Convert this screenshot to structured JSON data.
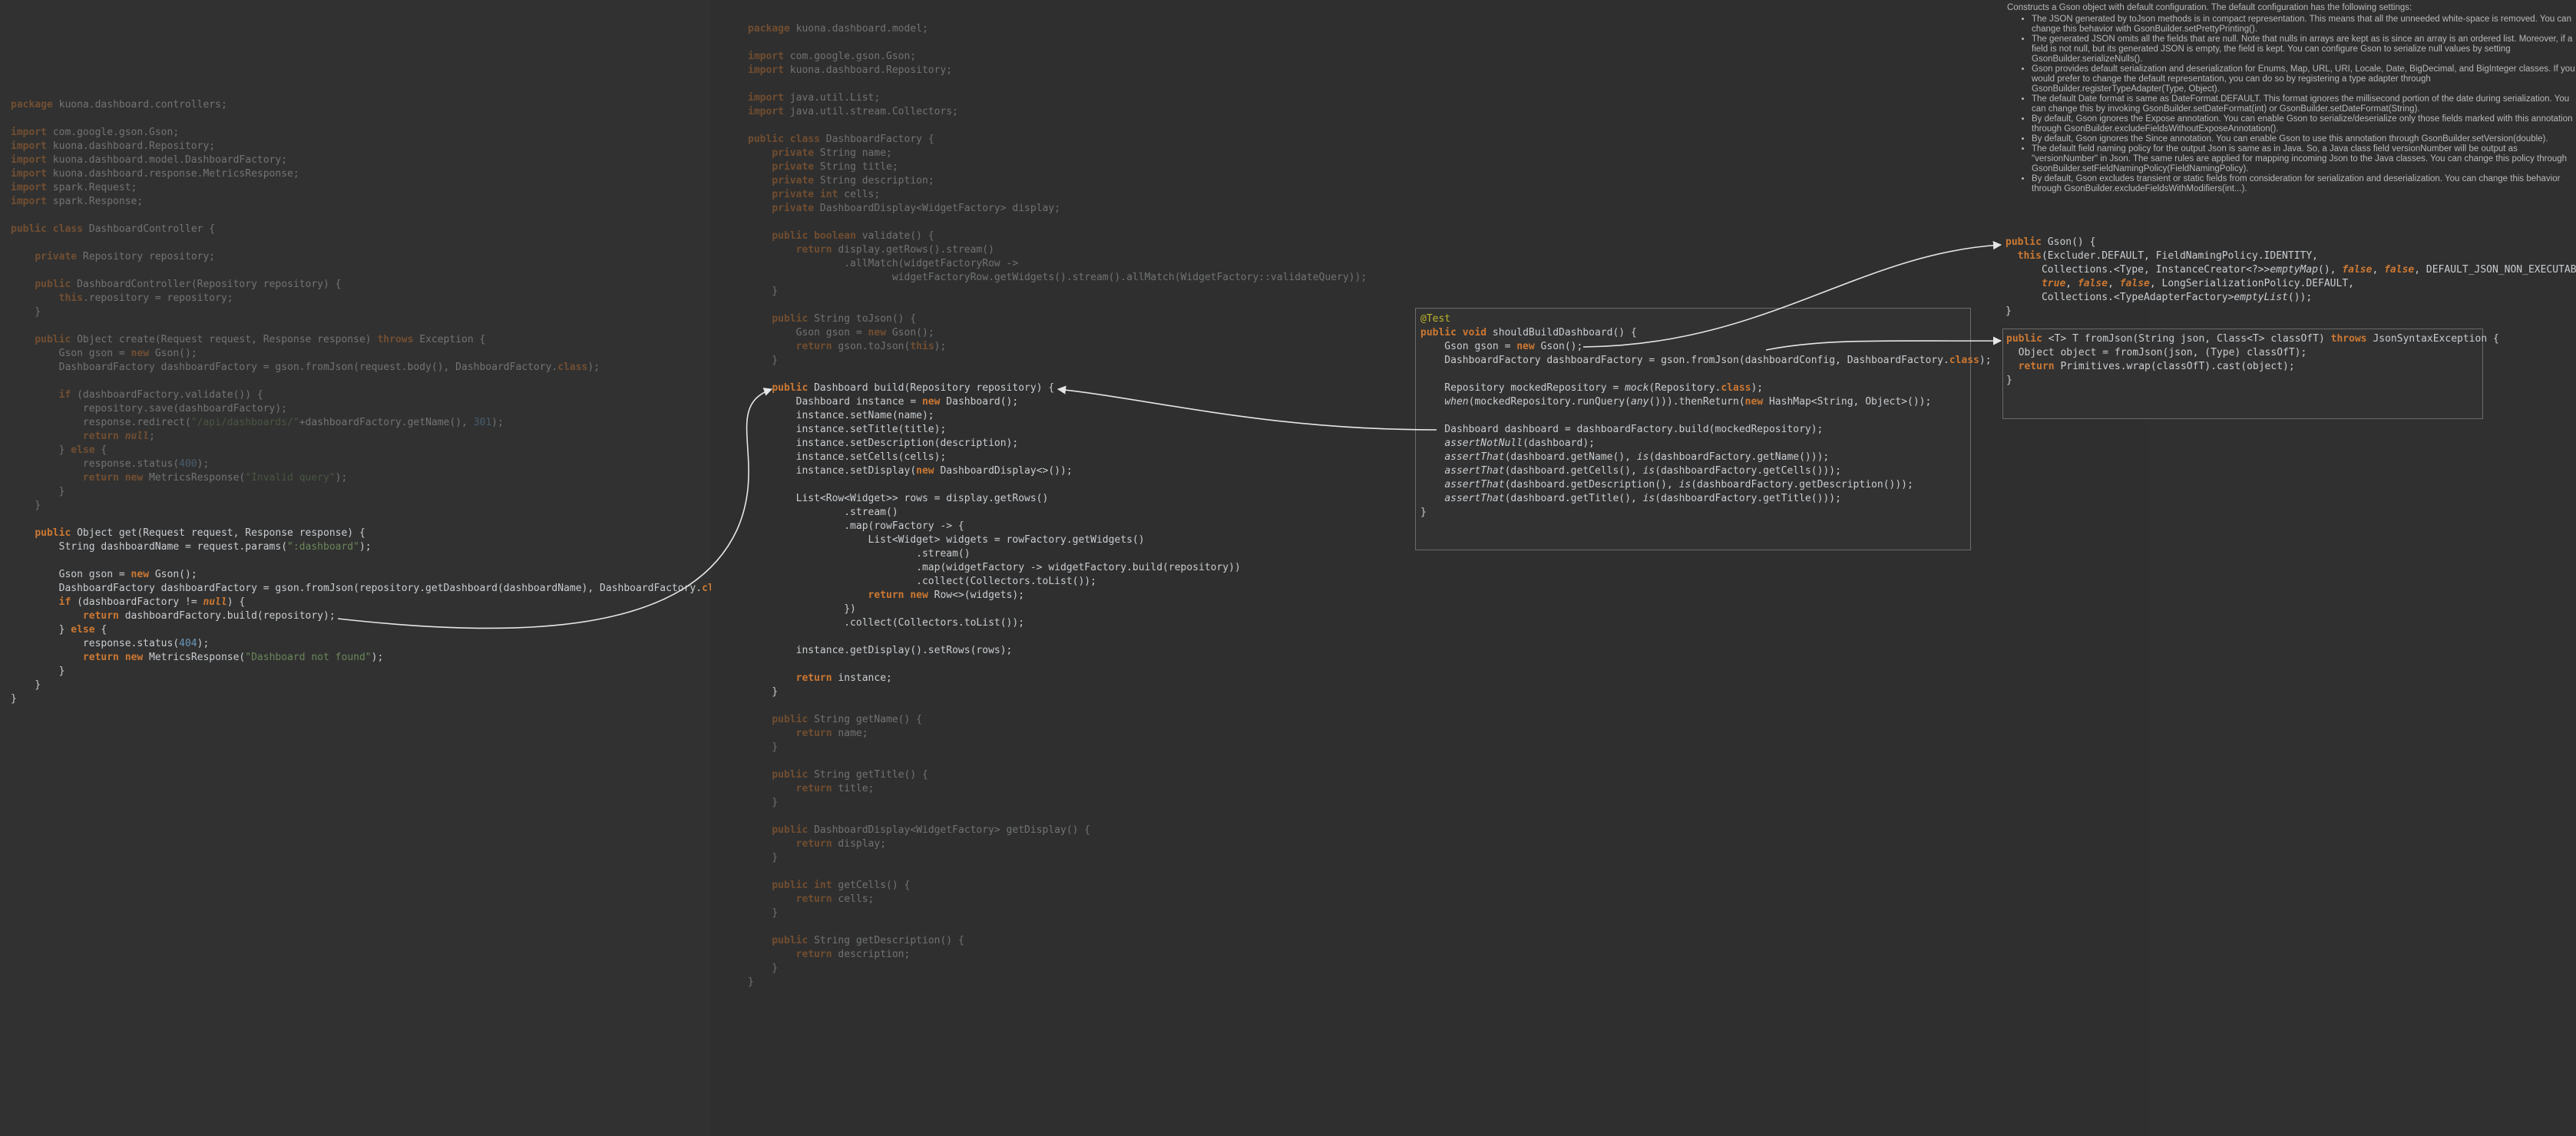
{
  "left": {
    "lines": [
      "package kuona.dashboard.controllers;",
      "",
      "import com.google.gson.Gson;",
      "import kuona.dashboard.Repository;",
      "import kuona.dashboard.model.DashboardFactory;",
      "import kuona.dashboard.response.MetricsResponse;",
      "import spark.Request;",
      "import spark.Response;",
      "",
      "public class DashboardController {",
      "",
      "    private Repository repository;",
      "",
      "    public DashboardController(Repository repository) {",
      "        this.repository = repository;",
      "    }",
      "",
      "    public Object create(Request request, Response response) throws Exception {",
      "        Gson gson = new Gson();",
      "        DashboardFactory dashboardFactory = gson.fromJson(request.body(), DashboardFactory.class);",
      "",
      "        if (dashboardFactory.validate()) {",
      "            repository.save(dashboardFactory);",
      "            response.redirect(\"/api/dashboards/\"+dashboardFactory.getName(), 301);",
      "            return null;",
      "        } else {",
      "            response.status(400);",
      "            return new MetricsResponse(\"Invalid query\");",
      "        }",
      "    }",
      "",
      "    public Object get(Request request, Response response) {",
      "        String dashboardName = request.params(\":dashboard\");",
      "",
      "        Gson gson = new Gson();",
      "        DashboardFactory dashboardFactory = gson.fromJson(repository.getDashboard(dashboardName), DashboardFactory.class);",
      "        if (dashboardFactory != null) {",
      "            return dashboardFactory.build(repository);",
      "        } else {",
      "            response.status(404);",
      "            return new MetricsResponse(\"Dashboard not found\");",
      "        }",
      "    }",
      "}"
    ]
  },
  "middle": {
    "lines": [
      "package kuona.dashboard.model;",
      "",
      "import com.google.gson.Gson;",
      "import kuona.dashboard.Repository;",
      "",
      "import java.util.List;",
      "import java.util.stream.Collectors;",
      "",
      "public class DashboardFactory {",
      "    private String name;",
      "    private String title;",
      "    private String description;",
      "    private int cells;",
      "    private DashboardDisplay<WidgetFactory> display;",
      "",
      "    public boolean validate() {",
      "        return display.getRows().stream()",
      "                .allMatch(widgetFactoryRow ->",
      "                        widgetFactoryRow.getWidgets().stream().allMatch(WidgetFactory::validateQuery));",
      "    }",
      "",
      "    public String toJson() {",
      "        Gson gson = new Gson();",
      "        return gson.toJson(this);",
      "    }",
      "",
      "    public Dashboard build(Repository repository) {",
      "        Dashboard instance = new Dashboard();",
      "        instance.setName(name);",
      "        instance.setTitle(title);",
      "        instance.setDescription(description);",
      "        instance.setCells(cells);",
      "        instance.setDisplay(new DashboardDisplay<>());",
      "",
      "        List<Row<Widget>> rows = display.getRows()",
      "                .stream()",
      "                .map(rowFactory -> {",
      "                    List<Widget> widgets = rowFactory.getWidgets()",
      "                            .stream()",
      "                            .map(widgetFactory -> widgetFactory.build(repository))",
      "                            .collect(Collectors.toList());",
      "                    return new Row<>(widgets);",
      "                })",
      "                .collect(Collectors.toList());",
      "",
      "        instance.getDisplay().setRows(rows);",
      "",
      "        return instance;",
      "    }",
      "",
      "    public String getName() {",
      "        return name;",
      "    }",
      "",
      "    public String getTitle() {",
      "        return title;",
      "    }",
      "",
      "    public DashboardDisplay<WidgetFactory> getDisplay() {",
      "        return display;",
      "    }",
      "",
      "    public int getCells() {",
      "        return cells;",
      "    }",
      "",
      "    public String getDescription() {",
      "        return description;",
      "    }",
      "}"
    ]
  },
  "test_card": {
    "lines": [
      "@Test",
      "public void shouldBuildDashboard() {",
      "    Gson gson = new Gson();",
      "    DashboardFactory dashboardFactory = gson.fromJson(dashboardConfig, DashboardFactory.class);",
      "",
      "    Repository mockedRepository = mock(Repository.class);",
      "    when(mockedRepository.runQuery(any())).thenReturn(new HashMap<String, Object>());",
      "",
      "    Dashboard dashboard = dashboardFactory.build(mockedRepository);",
      "    assertNotNull(dashboard);",
      "    assertThat(dashboard.getName(), is(dashboardFactory.getName()));",
      "    assertThat(dashboard.getCells(), is(dashboardFactory.getCells()));",
      "    assertThat(dashboard.getDescription(), is(dashboardFactory.getDescription()));",
      "    assertThat(dashboard.getTitle(), is(dashboardFactory.getTitle()));",
      "}"
    ]
  },
  "doc": {
    "intro": "Constructs a Gson object with default configuration. The default configuration has the following settings:",
    "items": [
      "The JSON generated by toJson methods is in compact representation. This means that all the unneeded white-space is removed. You can change this behavior with GsonBuilder.setPrettyPrinting().",
      "The generated JSON omits all the fields that are null. Note that nulls in arrays are kept as is since an array is an ordered list. Moreover, if a field is not null, but its generated JSON is empty, the field is kept. You can configure Gson to serialize null values by setting GsonBuilder.serializeNulls().",
      "Gson provides default serialization and deserialization for Enums, Map, URL, URI, Locale, Date, BigDecimal, and BigInteger classes. If you would prefer to change the default representation, you can do so by registering a type adapter through GsonBuilder.registerTypeAdapter(Type, Object).",
      "The default Date format is same as DateFormat.DEFAULT. This format ignores the millisecond portion of the date during serialization. You can change this by invoking GsonBuilder.setDateFormat(int) or GsonBuilder.setDateFormat(String).",
      "By default, Gson ignores the Expose annotation. You can enable Gson to serialize/deserialize only those fields marked with this annotation through GsonBuilder.excludeFieldsWithoutExposeAnnotation().",
      "By default, Gson ignores the Since annotation. You can enable Gson to use this annotation through GsonBuilder.setVersion(double).",
      "The default field naming policy for the output Json is same as in Java. So, a Java class field versionNumber will be output as \"versionNumber\" in Json. The same rules are applied for mapping incoming Json to the Java classes. You can change this policy through GsonBuilder.setFieldNamingPolicy(FieldNamingPolicy).",
      "By default, Gson excludes transient or static fields from consideration for serialization and deserialization. You can change this behavior through GsonBuilder.excludeFieldsWithModifiers(int...)."
    ]
  },
  "gson_ctor": {
    "lines": [
      "public Gson() {",
      "  this(Excluder.DEFAULT, FieldNamingPolicy.IDENTITY,",
      "      Collections.<Type, InstanceCreator<?>>emptyMap(), false, false, DEFAULT_JSON_NON_EXECUTABLE,",
      "      true, false, false, LongSerializationPolicy.DEFAULT,",
      "      Collections.<TypeAdapterFactory>emptyList());",
      "}"
    ]
  },
  "fromjson_card": {
    "lines": [
      "public <T> T fromJson(String json, Class<T> classOfT) throws JsonSyntaxException {",
      "  Object object = fromJson(json, (Type) classOfT);",
      "  return Primitives.wrap(classOfT).cast(object);",
      "}"
    ]
  }
}
